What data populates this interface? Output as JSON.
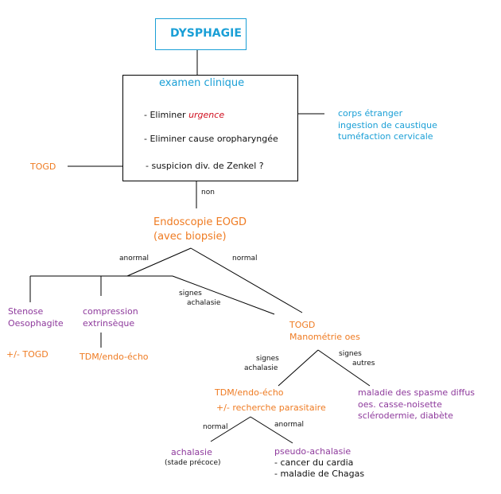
{
  "title": "DYSPHAGIE",
  "exam": {
    "title": "examen clinique",
    "item1_prefix": "- Eliminer ",
    "item1_emph": "urgence",
    "item2": "- Eliminer cause oropharyngée",
    "item3": "- suspicion div. de Zenkel ?"
  },
  "urgence_causes": [
    "corps étranger",
    "ingestion de caustique",
    "tuméfaction cervicale"
  ],
  "togd_left": "TOGD",
  "edge_non": "non",
  "endoscopie": [
    "Endoscopie EOGD",
    "(avec biopsie)"
  ],
  "edge_anormal_1": "anormal",
  "edge_normal_1": "normal",
  "stenose": [
    "Stenose",
    "Oesophagite"
  ],
  "stenose_next": "+/- TOGD",
  "compression": [
    "compression",
    "extrinsèque"
  ],
  "compression_next": "TDM/endo-écho",
  "edge_signes_achalasie_1": [
    "signes",
    "achalasie"
  ],
  "togd_mano": [
    "TOGD",
    "Manométrie oes"
  ],
  "edge_signes_achalasie_2": [
    "signes",
    "achalasie"
  ],
  "edge_signes_autres": [
    "signes",
    "autres"
  ],
  "tdm_recherche": [
    "TDM/endo-écho",
    "+/- recherche parasitaire"
  ],
  "maladie_spasme": [
    "maladie des spasme diffus",
    "oes. casse-noisette",
    "sclérodermie, diabète"
  ],
  "edge_normal_2": "normal",
  "edge_anormal_2": "anormal",
  "achalasie": "achalasie",
  "stade_precoce": "(stade précoce)",
  "pseudo": "pseudo-achalasie",
  "pseudo_items": [
    "- cancer du cardia",
    "- maladie de Chagas"
  ]
}
